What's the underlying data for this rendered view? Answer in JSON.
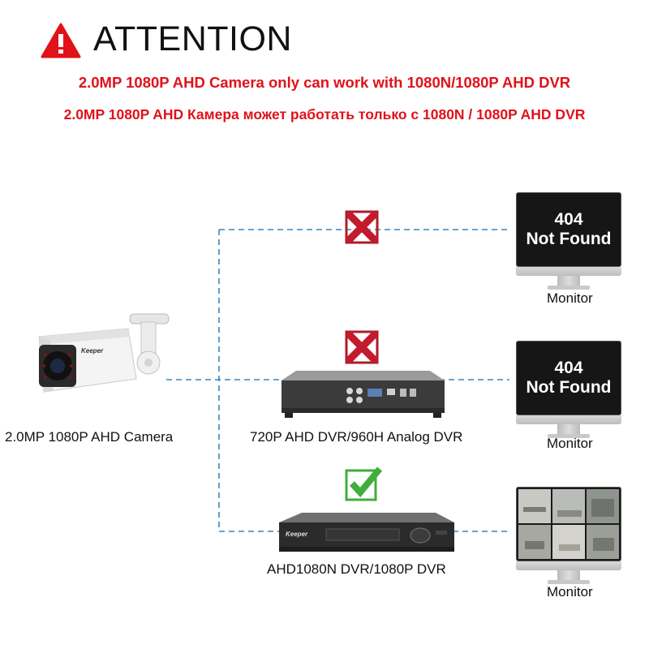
{
  "header": {
    "title": "ATTENTION",
    "line_en": "2.0MP 1080P AHD Camera only can work with 1080N/1080P AHD DVR",
    "line_ru": "2.0MP 1080P AHD Камера может работать только с 1080N / 1080P AHD DVR"
  },
  "camera": {
    "label": "2.0MP 1080P AHD Camera",
    "brand": "Keeper"
  },
  "dvr_720p": {
    "label": "720P AHD DVR/960H Analog DVR"
  },
  "dvr_1080": {
    "label": "AHD1080N DVR/1080P DVR",
    "brand": "Keeper"
  },
  "monitor_top": {
    "line1": "404",
    "line2": "Not Found",
    "label": "Monitor"
  },
  "monitor_mid": {
    "line1": "404",
    "line2": "Not Found",
    "label": "Monitor"
  },
  "monitor_bottom": {
    "label": "Monitor"
  },
  "colors": {
    "warning_red": "#e0121a",
    "line_blue": "#3a86b8",
    "cross_red": "#c21b2b",
    "check_green": "#3fae3a"
  }
}
